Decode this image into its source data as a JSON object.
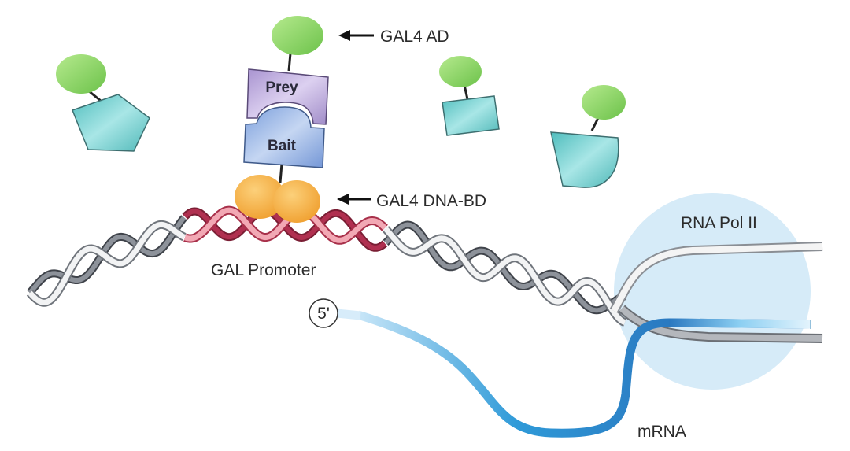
{
  "labels": {
    "gal4_ad": "GAL4 AD",
    "gal4_dna_bd": "GAL4 DNA-BD",
    "gal_promoter": "GAL Promoter",
    "rna_pol_ii": "RNA Pol II",
    "mrna": "mRNA",
    "five_prime": "5'",
    "prey": "Prey",
    "bait": "Bait"
  },
  "colors": {
    "activation_domain": "#8fd46a",
    "binding_domain": "#f5a83a",
    "prey": "#b9a8d8",
    "bait": "#8faee0",
    "other_proteins": "#6ccccc",
    "promoter_dna": "#c8405a",
    "dna": "#b0b4ba",
    "rna_pol_ii": "#d6ebf8",
    "mrna": "#2a84cc"
  }
}
